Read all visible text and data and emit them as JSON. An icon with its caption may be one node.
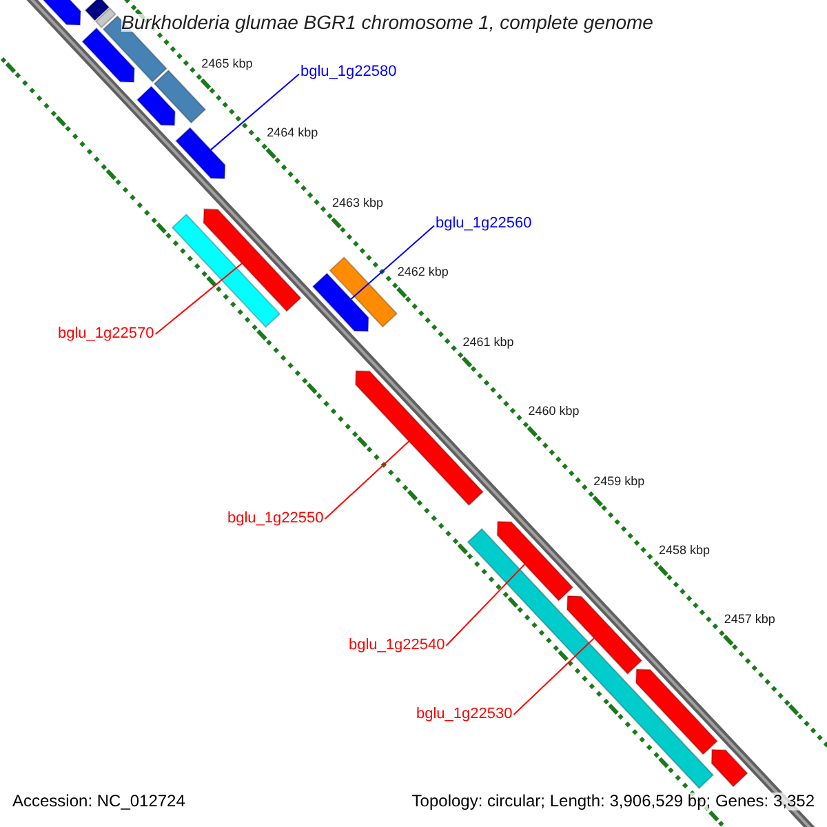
{
  "diagram": {
    "title": "Burkholderia glumae BGR1 chromosome 1, complete genome",
    "nodes": [
      {
        "text": [
          "bglu_1g22580"
        ]
      },
      {
        "text": [],
        "shape": "arrow"
      },
      {
        "text": [
          "bglu_1g22560"
        ]
      },
      {
        "text": [],
        "shape": "arrow"
      },
      {
        "text": [
          "bglu_1g22570"
        ]
      },
      {
        "text": [],
        "shape": "arrow"
      },
      {
        "text": [
          "bglu_1g22550"
        ]
      },
      {
        "text": [],
        "shape": "arrow"
      },
      {
        "text": [
          "bglu_1g22540"
        ]
      },
      {
        "text": [],
        "shape": "arrow"
      },
      {
        "text": [
          "bglu_1g22530"
        ]
      },
      {
        "text": [],
        "shape": "arrow"
      },
      {
        "text": [],
        "shape": "arrow"
      },
      {
        "text": [],
        "shape": "arrow"
      },
      {
        "text": [],
        "shape": "arrow"
      },
      {
        "text": [],
        "shape": "bar"
      },
      {
        "text": [],
        "shape": "bar"
      },
      {
        "text": [],
        "shape": "bar"
      },
      {
        "text": [],
        "shape": "bar"
      },
      {
        "text": [],
        "shape": "bar"
      },
      {
        "text": [],
        "shape": "arrow"
      },
      {
        "text": [],
        "shape": "arrow"
      },
      {
        "text": [],
        "shape": "bar"
      },
      {
        "text": [],
        "shape": "bar"
      }
    ],
    "edges": [
      {
        "from": 0,
        "to": 1,
        "arrow": "none",
        "color": "#0000ff"
      },
      {
        "from": 2,
        "to": 3,
        "arrow": "none",
        "color": "#0000ff"
      },
      {
        "from": 4,
        "to": 5,
        "arrow": "none",
        "color": "#ff0000"
      },
      {
        "from": 6,
        "to": 7,
        "arrow": "none",
        "color": "#ff0000"
      },
      {
        "from": 8,
        "to": 9,
        "arrow": "none",
        "color": "#ff0000"
      },
      {
        "from": 10,
        "to": 11,
        "arrow": "none",
        "color": "#ff0000"
      }
    ],
    "labels": [
      "2465 kbp",
      "2464 kbp",
      "2463 kbp",
      "2462 kbp",
      "2461 kbp",
      "2460 kbp",
      "2459 kbp",
      "2458 kbp",
      "2457 kbp",
      "Accession: NC_012724",
      "Topology: circular; Length: 3,906,529 bp; Genes: 3,352"
    ]
  }
}
